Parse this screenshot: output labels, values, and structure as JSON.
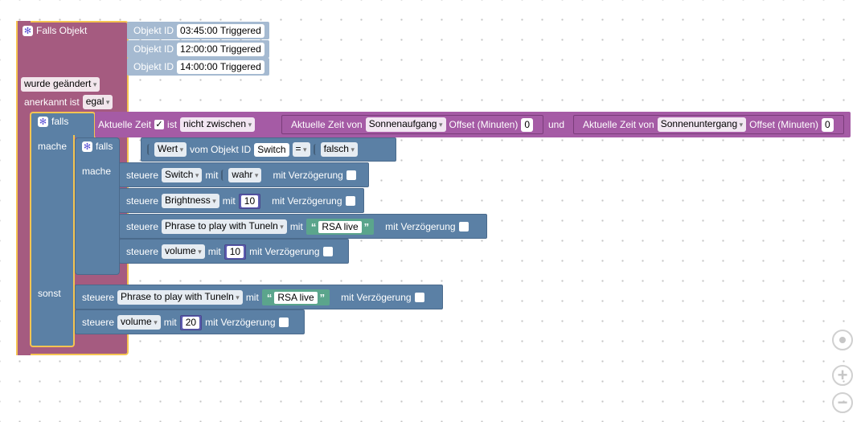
{
  "trigger": {
    "title": "Falls Objekt",
    "objekt_label": "Objekt ID",
    "objects": [
      "03:45:00 Triggered",
      "12:00:00 Triggered",
      "14:00:00 Triggered"
    ],
    "changed": "wurde geändert",
    "ack_label": "anerkannt ist",
    "ack_value": "egal"
  },
  "outer_if": {
    "falls": "falls",
    "mache": "mache",
    "sonst": "sonst",
    "cond": {
      "now_label": "Aktuelle Zeit",
      "ist": "ist",
      "op": "nicht zwischen",
      "from_label": "Aktuelle Zeit von",
      "sunrise": "Sonnenaufgang",
      "offset_label": "Offset (Minuten)",
      "offset1": "0",
      "und": "und",
      "from_label2": "Aktuelle Zeit von",
      "sunset": "Sonnenuntergang",
      "offset_label2": "Offset (Minuten)",
      "offset2": "0"
    }
  },
  "inner_if": {
    "falls": "falls",
    "mache": "mache",
    "wert": "Wert",
    "vom": "vom Objekt ID",
    "obj": "Switch",
    "eq": "=",
    "falsch": "falsch"
  },
  "steuere": "steuere",
  "mit": "mit",
  "mit_verz": "mit Verzögerung",
  "blocks_inner": [
    {
      "target": "Switch",
      "value": "wahr"
    },
    {
      "target": "Brightness",
      "value": "10"
    },
    {
      "target": "Phrase to play with Tuneln",
      "value": "RSA live"
    },
    {
      "target": "volume",
      "value": "10"
    }
  ],
  "blocks_else": [
    {
      "target": "Phrase to play with Tuneln",
      "value": "RSA live"
    },
    {
      "target": "volume",
      "value": "20"
    }
  ],
  "quote_open": "“",
  "quote_close": "”",
  "colors": {
    "trigger": "#a55b80",
    "trigger_border": "#f5c451",
    "if_block": "#5b80a5",
    "logic": "#a55ba5",
    "objekt": "#a5bad1",
    "number": "#5c5bb0",
    "string": "#5ba58c"
  }
}
